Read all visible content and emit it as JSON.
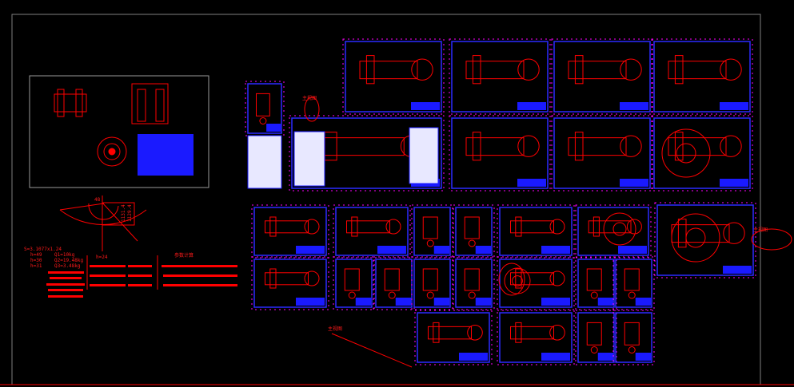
{
  "drawing": {
    "colors": {
      "background": "#000000",
      "sheet_border": "#0000ff",
      "geometry": "#ff0000",
      "frame_grey": "#7f7f7f",
      "dash_magenta": "#ff00ff",
      "title_block": "#0000ff"
    },
    "dimension_labels": [
      "48",
      "1131.4",
      "1129.4"
    ],
    "calc_block_left": [
      "S=3.1077x1.24",
      "h=49",
      "h=30",
      "h=31",
      "Q1=10kg",
      "Q2=19.48kg",
      "Q3=3.48kg"
    ],
    "calc_block_mid_heading": "h=24",
    "calc_block_right_heading": "参数计算",
    "annotation_labels": [
      "主视图",
      "主视图",
      "主视图"
    ]
  }
}
